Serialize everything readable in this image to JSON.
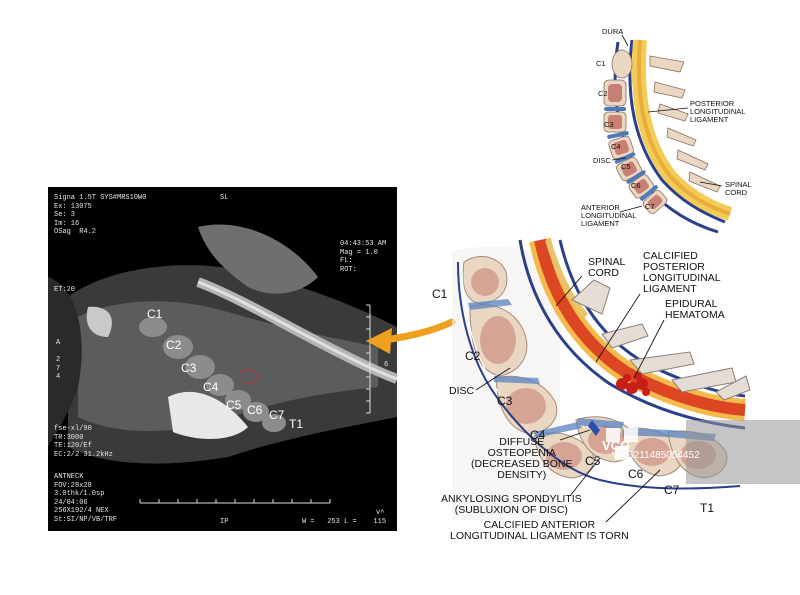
{
  "mri": {
    "header_left": [
      "Signa 1.5T SYS#MRS10W0",
      "Ex: 13075",
      "Se: 3",
      "Im: 16",
      "OSag  R4.2"
    ],
    "header_center": "SL",
    "header_right": [
      "04:43:53 AM",
      "Mag = 1.0",
      "FL:",
      "ROT:"
    ],
    "et": "ET:20",
    "side_letters": [
      "A",
      "2",
      "7",
      "4"
    ],
    "right_tick_label": "6",
    "seq_info": [
      "fse-xl/90",
      "TR:3000",
      "TE:120/Ef",
      "EC:2/2 31.2kHz"
    ],
    "footer_left": [
      "ANTNECK",
      "FOV:28x28",
      "3.0thk/1.0sp",
      "24/04:06",
      "256X192/4 NEX",
      "St:SI/NP/VB/TRF"
    ],
    "footer_center": "IP",
    "footer_right": "W =   253 L =    115",
    "corner_mark": "v^",
    "levels": [
      "C1",
      "C2",
      "C3",
      "C4",
      "C5",
      "C6",
      "C7",
      "T1"
    ]
  },
  "small_diagram": {
    "labels": {
      "dura": "DURA",
      "vertebrae": [
        "C1",
        "C2",
        "C3",
        "C4",
        "C5",
        "C6",
        "C7"
      ],
      "disc": "DISC",
      "posterior": "POSTERIOR\nLONGITUDINAL\nLIGAMENT",
      "spinal_cord": "SPINAL\nCORD",
      "anterior": "ANTERIOR\nLONGITUDINAL\nLIGAMENT"
    }
  },
  "large_diagram": {
    "vertebrae": [
      "C1",
      "C2",
      "C3",
      "C4",
      "C5",
      "C6",
      "C7",
      "T1"
    ],
    "labels": {
      "spinal_cord": "SPINAL\nCORD",
      "calcified_posterior": "CALCIFIED\nPOSTERIOR\nLONGITUDINAL\nLIGAMENT",
      "epidural_hematoma": "EPIDURAL\nHEMATOMA",
      "disc": "DISC",
      "diffuse_osteopenia": "DIFFUSE\nOSTEOPENIA\n(DECREASED BONE\nDENSITY)",
      "ankylosing": "ANKYLOSING SPONDYLITIS\n(SUBLUXION OF DISC)",
      "calcified_anterior": "CALCIFIED ANTERIOR\nLONGITUDINAL LIGAMENT IS TORN"
    }
  },
  "watermark": {
    "brand": "VCG",
    "text": "VCG211485054452"
  },
  "colors": {
    "arrow": "#f0a020",
    "bone": "#e9d7c4",
    "marrow": "#a8423a",
    "disc": "#4f79b8",
    "cord": "#f1c23a",
    "hematoma": "#d0251b",
    "mri_bg": "#000000"
  }
}
